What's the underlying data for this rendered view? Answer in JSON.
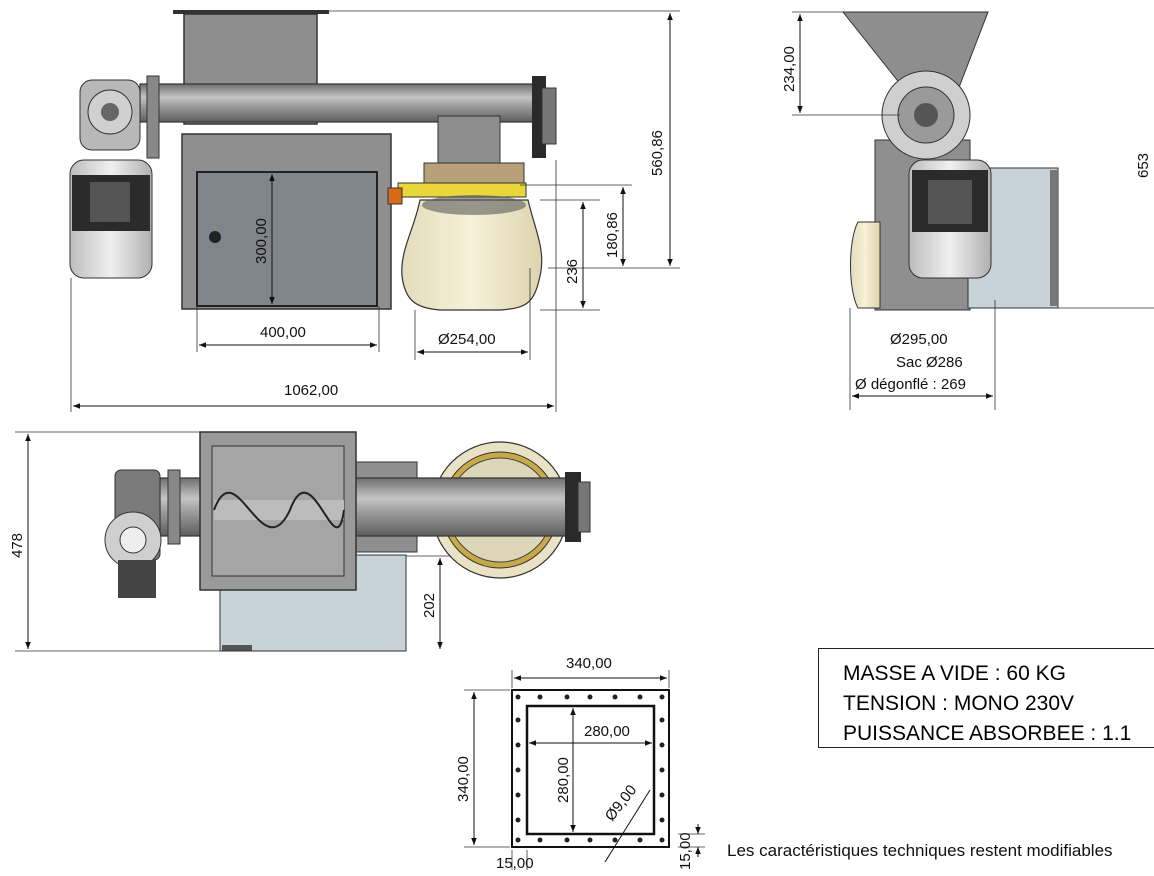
{
  "dimensions": {
    "front": {
      "height_total": "560,86",
      "cabinet_height": "300,00",
      "cabinet_width": "400,00",
      "bag_height": "236",
      "bag_upper": "180,86",
      "bag_diameter": "Ø254,00",
      "total_length": "1062,00"
    },
    "side": {
      "hopper_height": "234,00",
      "total_height": "653",
      "diameter_lines": [
        "Ø295,00",
        "Sac Ø286",
        "Ø dégonflé : 269"
      ]
    },
    "top": {
      "depth_total": "478",
      "offset": "202"
    },
    "flange": {
      "outer_width": "340,00",
      "outer_height": "340,00",
      "inner_width": "280,00",
      "inner_height": "280,00",
      "hole": "Ø9,00",
      "margin_bottom": "15,00",
      "margin_side": "15,00"
    }
  },
  "specs": [
    "MASSE A VIDE : 60 KG",
    "TENSION : MONO 230V",
    "PUISSANCE ABSORBEE : 1.1"
  ],
  "footnote": "Les caractéristiques techniques restent modifiables"
}
